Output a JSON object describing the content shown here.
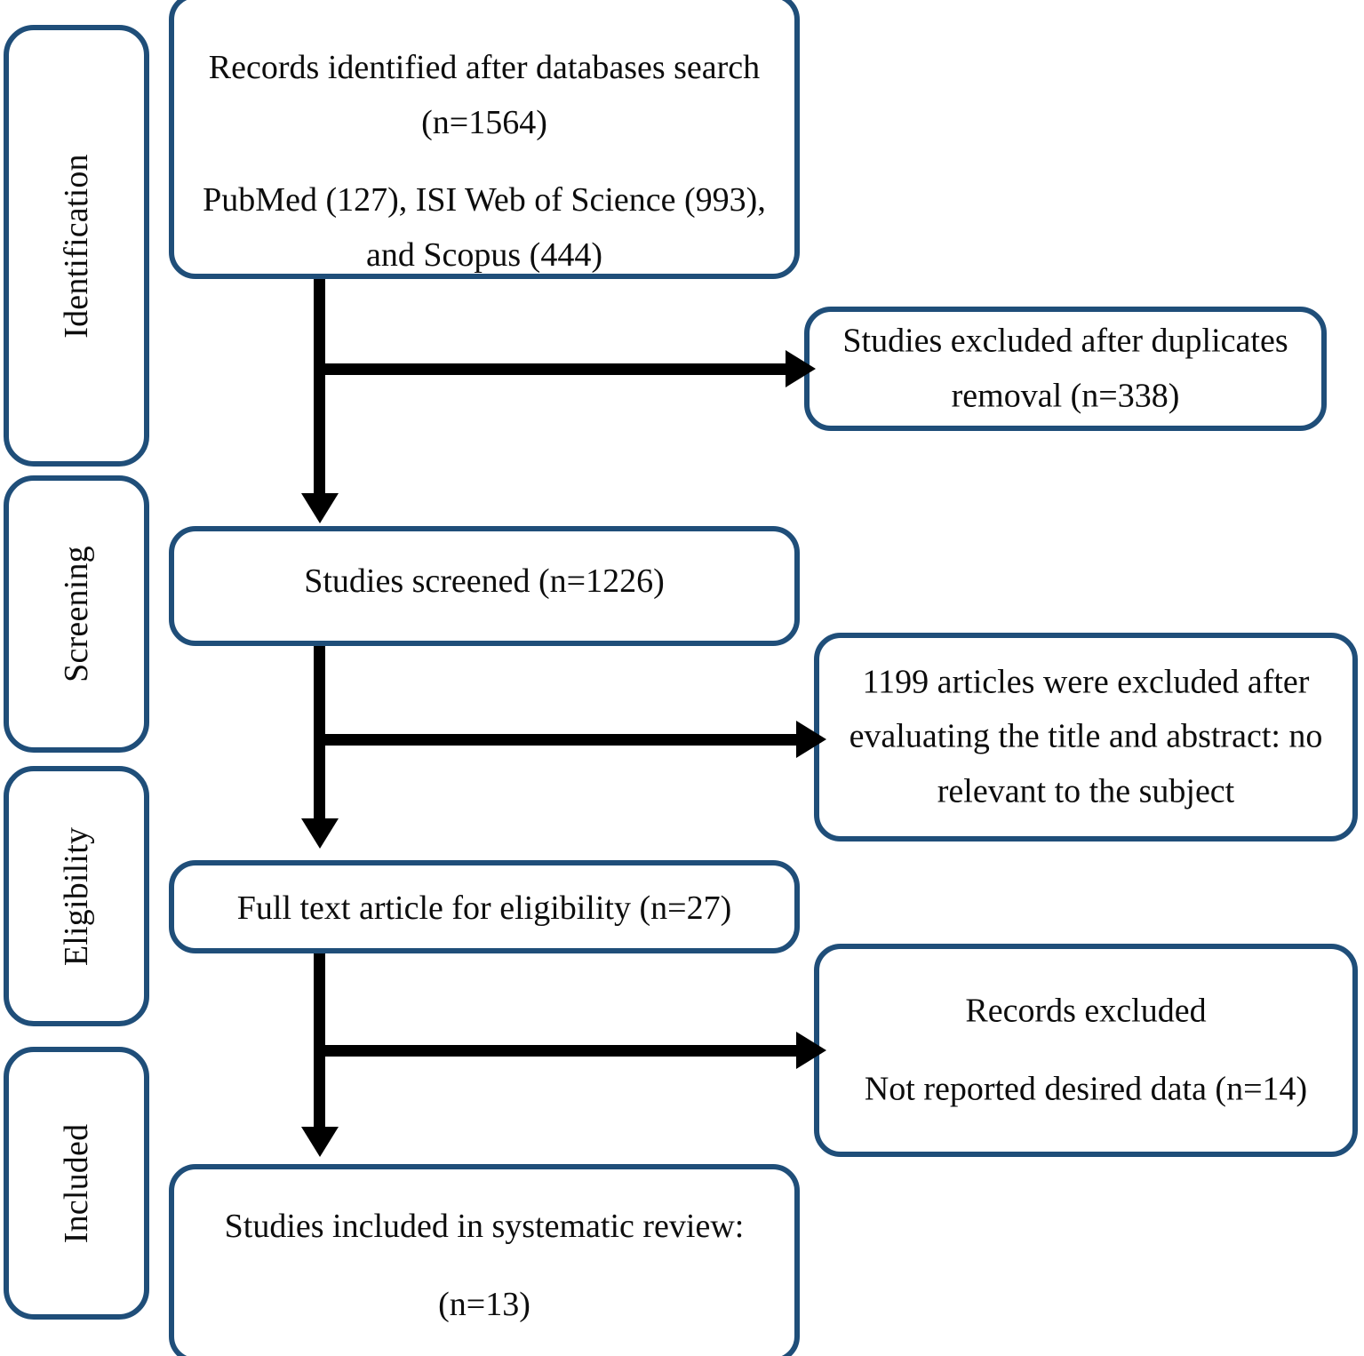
{
  "diagram": {
    "type": "prisma-flow-diagram",
    "accent_color": "#1F4E79",
    "connector_color": "#000000",
    "background_color": "#FFFFFF",
    "stages": [
      {
        "id": "identification",
        "label": "Identification"
      },
      {
        "id": "screening",
        "label": "Screening"
      },
      {
        "id": "eligibility",
        "label": "Eligibility"
      },
      {
        "id": "included",
        "label": "Included"
      }
    ],
    "flow_boxes": [
      {
        "id": "records-identified",
        "lines": [
          "Records identified after databases search",
          "(n=1564)",
          "PubMed (127), ISI Web of Science (993),",
          "and Scopus (444)"
        ],
        "line1": "Records identified after databases search",
        "line2": "(n=1564)",
        "line3": "PubMed (127), ISI Web of Science (993),",
        "line4": "and Scopus (444)"
      },
      {
        "id": "studies-screened",
        "line1": "Studies screened (n=1226)"
      },
      {
        "id": "full-text-eligibility",
        "line1": "Full text article for eligibility (n=27)"
      },
      {
        "id": "studies-included",
        "line1": "Studies included in systematic review:",
        "line2": "(n=13)"
      }
    ],
    "exclusion_boxes": [
      {
        "id": "duplicates-removed",
        "line1": "Studies excluded after duplicates",
        "line2": "removal (n=338)"
      },
      {
        "id": "title-abstract-excluded",
        "line1": "1199 articles were excluded after",
        "line2": "evaluating the title and abstract: no",
        "line3": "relevant to the subject"
      },
      {
        "id": "records-excluded-data",
        "line1": "Records excluded",
        "line2": "Not reported desired data (n=14)"
      }
    ],
    "counts": {
      "identified_total": 1564,
      "pubmed": 127,
      "isi_web_of_science": 993,
      "scopus": 444,
      "duplicates_removed": 338,
      "screened": 1226,
      "excluded_title_abstract": 1199,
      "full_text_eligibility": 27,
      "excluded_no_data": 14,
      "included": 13
    }
  }
}
